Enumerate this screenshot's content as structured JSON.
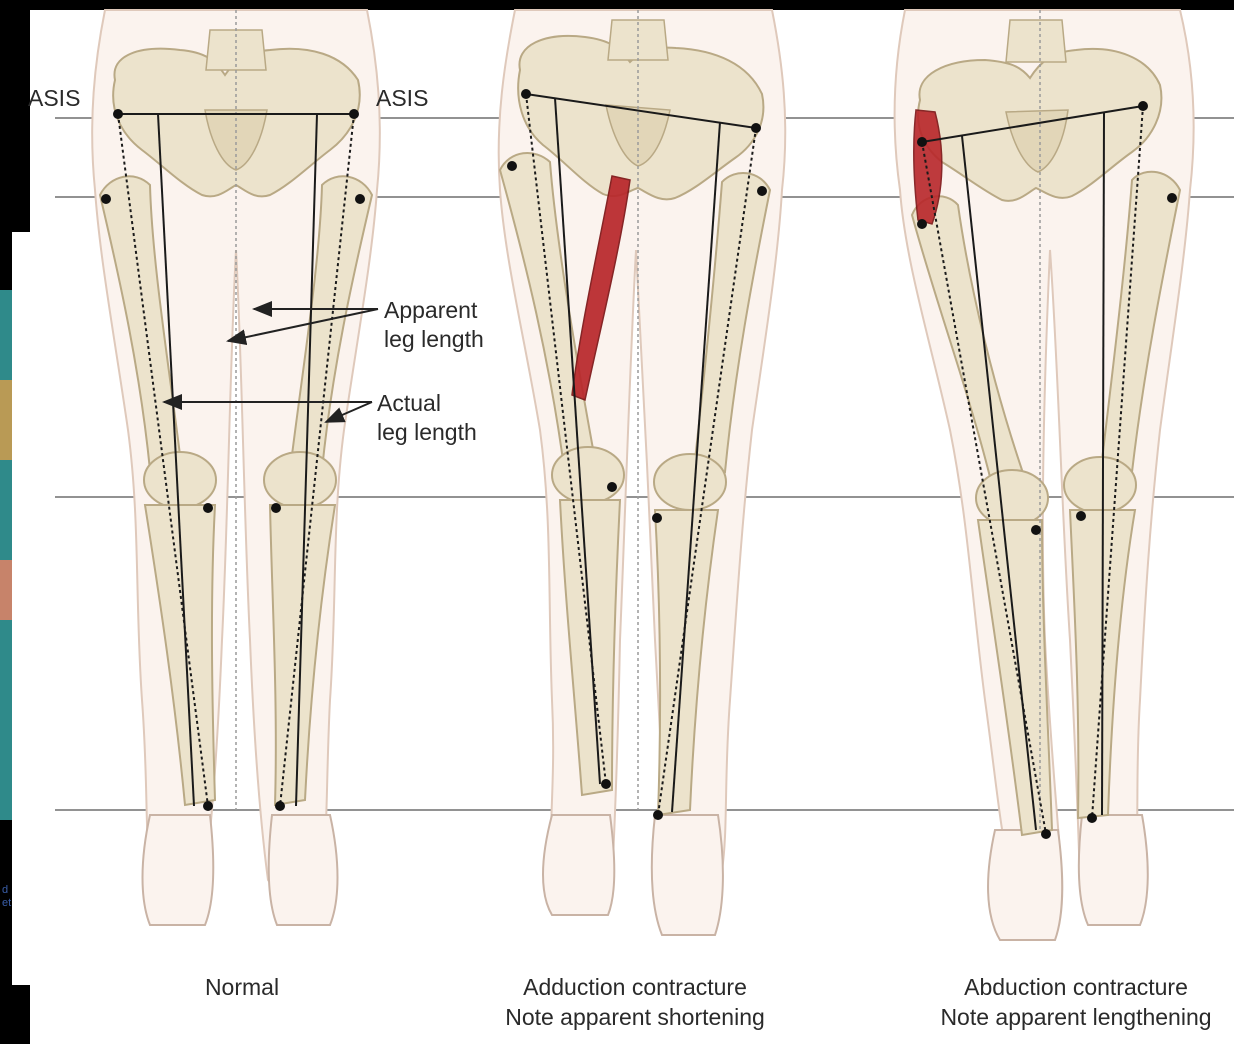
{
  "labels": {
    "asis_left": "ASIS",
    "asis_right": "ASIS",
    "apparent_line1": "Apparent",
    "apparent_line2": "leg length",
    "actual_line1": "Actual",
    "actual_line2": "leg length"
  },
  "panels": [
    {
      "caption_line1": "Normal",
      "caption_line2": ""
    },
    {
      "caption_line1": "Adduction contracture",
      "caption_line2": "Note apparent shortening"
    },
    {
      "caption_line1": "Abduction contracture",
      "caption_line2": "Note apparent lengthening"
    }
  ],
  "background_fragment": {
    "line1": "d",
    "line2": "et"
  },
  "colors": {
    "bone": "#ece3cc",
    "bone_outline": "#b9a985",
    "skin": "#fbf3ee",
    "skin_outline": "#dfc9bb",
    "muscle": "#b8262a",
    "reference_lines": "#6f6f6f",
    "frame": "#000000"
  }
}
